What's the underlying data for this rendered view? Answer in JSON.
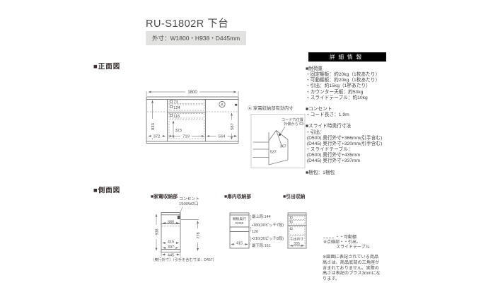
{
  "page": {
    "title": "RU-S1802R 下台",
    "size_badge": "外寸：W1800・H938・D445mm"
  },
  "colors": {
    "details_header_bg": "#000000",
    "badge_bg": "#e2e2e0",
    "text": "#4a4a4a"
  },
  "front_view": {
    "heading": "■正面図",
    "dim_width": "1800",
    "dim_left_height": "833",
    "dim_left_width": "372",
    "dim_drawer1": "73",
    "dim_drawer2": "124",
    "dim_drawer3": "116",
    "dim_drawer4": "323",
    "dim_mid_width": "719",
    "dim_right_width": "564",
    "dim_right_height": "587",
    "circle_a": "A"
  },
  "appliance_inner": {
    "title": "Ⓐ 家電収納部有効内寸",
    "cord_line1": "コード穴位置",
    "cord_line2": "外側から 63",
    "dim_depth": "367",
    "dim_width": "537"
  },
  "details": {
    "header": "詳細情報",
    "lines": [
      "■耐荷重",
      "・固定棚板：約20kg（1枚あたり）",
      "・可動棚板：約20kg（1枚あたり）",
      "・引出：約15kg（1杯あたり）",
      "・カウンター天板：約50kg",
      "・スライドテーブル：約10kg",
      "",
      "■コンセント",
      "・コード長さ：1.9m",
      "",
      "■スライド時奥行寸法",
      "・引出：",
      " (D500) 奥行外寸+366mm(引手含む)",
      " (D445) 奥行外寸+320mm(引手含む)",
      "・スライドテーブル：",
      " (D500) 奥行外寸+435mm",
      " (D445) 奥行外寸+337mm",
      "",
      "■梱包：1梱包"
    ]
  },
  "side_view": {
    "heading": "■側面図",
    "appliance": {
      "title": "■家電収納部",
      "outlet_line1": "コンセント",
      "outlet_line2": "1500W2口",
      "dim_height": "938",
      "dim_top_depth": "380",
      "dim_right_height": "778",
      "dim_inner_depth": "415",
      "dim_base_depth": "397",
      "dim_total_depth": "445",
      "note": "〔奥行外寸〕（引手を含む寸法：D457）"
    },
    "door": {
      "title": "■扉内収納部",
      "shelf_line1": "棚板奥行",
      "shelf_line2": "D400",
      "dim_inner": "415",
      "labels": [
        "最上段:144",
        "▪180(30ピッチ7段)",
        "120",
        "▪210(30ピッチ8段)",
        "最下段:161"
      ]
    },
    "drawer": {
      "title": "■引出収納",
      "inner_label": "引出内寸",
      "dim_inner": "335"
    },
    "legend": {
      "movable": "・・可動棚",
      "dotted1": "※点線部・・引出、",
      "dotted2": "スライドテーブル"
    },
    "note_lines": [
      "※図面に表記されている商品",
      "高さは、商品底部の三角座が",
      "含まれておりません。実際の",
      "高さは表記のプラス3mmにな",
      "ります。"
    ]
  }
}
